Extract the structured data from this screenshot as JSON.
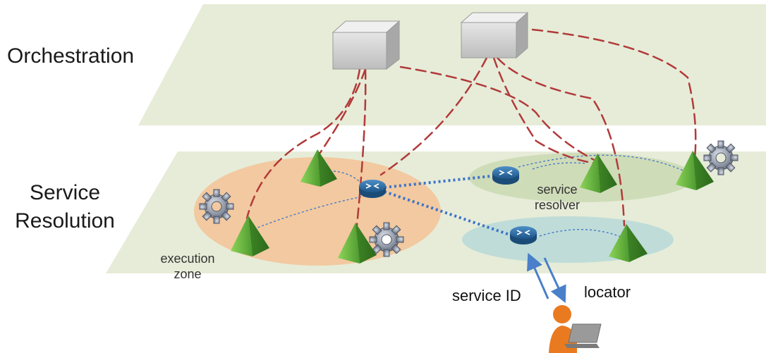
{
  "labels": {
    "orchestration": "Orchestration",
    "service_line1": "Service",
    "service_line2": "Resolution",
    "execution_line1": "execution",
    "execution_line2": "zone",
    "resolver_line1": "service",
    "resolver_line2": "resolver",
    "service_id": "service ID",
    "locator": "locator"
  },
  "colors": {
    "plane": "#e6ecd8",
    "execution_zone": "#f2c9a0",
    "resolver_zone": "#cfdcb8",
    "locator_zone": "#bfdcd8",
    "dashed_link": "#b23a3a",
    "dotted_link": "#3d74c9",
    "node_green": "#4e9b2f",
    "router_blue": "#2f6fa8",
    "arrow_blue": "#4a7fc9",
    "user_orange": "#e97a1f"
  },
  "icons": [
    "server-icon",
    "router-icon",
    "gear-icon",
    "service-node-icon",
    "user-laptop-icon"
  ]
}
